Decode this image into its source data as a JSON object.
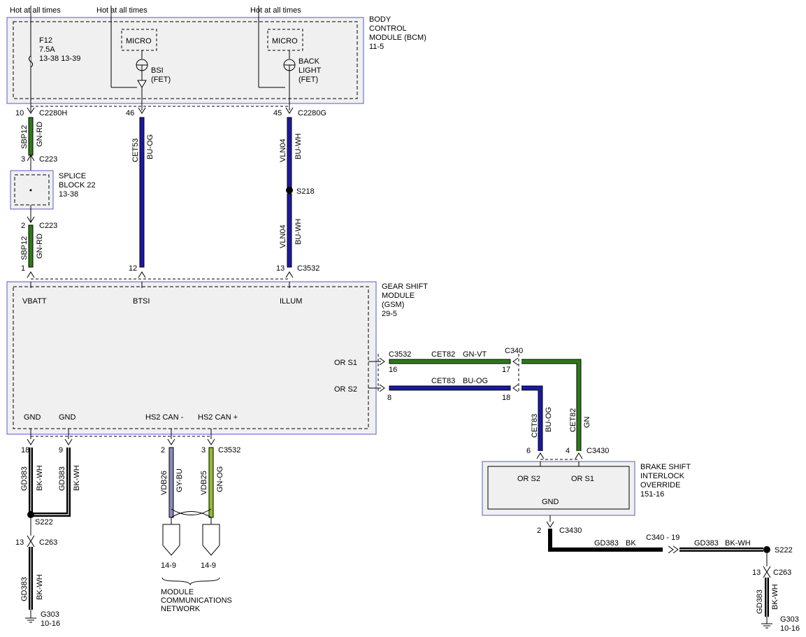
{
  "hot": {
    "a": "Hot at all times",
    "b": "Hot at all times",
    "c": "Hot at all times"
  },
  "bcm": {
    "l1": "BODY",
    "l2": "CONTROL",
    "l3": "MODULE (BCM)",
    "l4": "11-5",
    "micro1": "MICRO",
    "micro2": "MICRO",
    "fuse": "F12",
    "fuse_amp": "7.5A",
    "fuse_ref": "13-38   13-39",
    "bsi1": "BSI",
    "bsi2": "(FET)",
    "bl1": "BACK",
    "bl2": "LIGHT",
    "bl3": "(FET)"
  },
  "top_conn": {
    "p10": "10",
    "c2280h": "C2280H",
    "p46": "46",
    "p45": "45",
    "c2280g": "C2280G"
  },
  "wires": {
    "sbp12": "SBP12",
    "gnrd": "GN-RD",
    "cet53": "CET53",
    "buog": "BU-OG",
    "vln04": "VLN04",
    "buwh": "BU-WH",
    "gd383": "GD383",
    "bkwh": "BK-WH",
    "vdb26": "VDB26",
    "gybu": "GY-BU",
    "vdb25": "VDB25",
    "gnog": "GN-OG",
    "cet82": "CET82",
    "gnvt": "GN-VT",
    "cet83": "CET83",
    "gn": "GN",
    "bk": "BK"
  },
  "splice": {
    "p3": "3",
    "c223a": "C223",
    "l1": "SPLICE",
    "l2": "BLOCK 22",
    "l3": "13-38",
    "p2": "2",
    "c223b": "C223",
    "p1": "1",
    "s218": "S218"
  },
  "gsm": {
    "l1": "GEAR SHIFT",
    "l2": "MODULE",
    "l3": "(GSM)",
    "l4": "29-5",
    "p12": "12",
    "p13": "13",
    "c3532": "C3532",
    "vbatt": "VBATT",
    "btsi": "BTSI",
    "illum": "ILLUM",
    "ors1": "OR S1",
    "ors2": "OR S2",
    "gnd1": "GND",
    "gnd2": "GND",
    "can_lo": "HS2 CAN -",
    "can_hi": "HS2 CAN +"
  },
  "right": {
    "c3532": "C3532",
    "p16": "16",
    "c340": "C340",
    "p17": "17",
    "p8": "8",
    "p18": "18"
  },
  "bsio": {
    "p6": "6",
    "p4": "4",
    "c3430": "C3430",
    "ors2": "OR S2",
    "ors1": "OR S1",
    "gnd": "GND",
    "l1": "BRAKE SHIFT",
    "l2": "INTERLOCK",
    "l3": "OVERRIDE",
    "l4": "151-16",
    "p2": "2",
    "c3430b": "C3430"
  },
  "bottom": {
    "p18": "18",
    "p9": "9",
    "p2": "2",
    "p3": "3",
    "c3532": "C3532",
    "s222": "S222",
    "p13": "13",
    "c263": "C263",
    "g303": "G303",
    "g303ref": "10-16",
    "ref1": "14-9",
    "ref2": "14-9",
    "mcn1": "MODULE",
    "mcn2": "COMMUNICATIONS",
    "mcn3": "NETWORK"
  },
  "br": {
    "c340_19": "C340 - 19",
    "s222": "S222",
    "p13": "13",
    "c263": "C263",
    "g303": "G303",
    "g303ref": "10-16"
  }
}
